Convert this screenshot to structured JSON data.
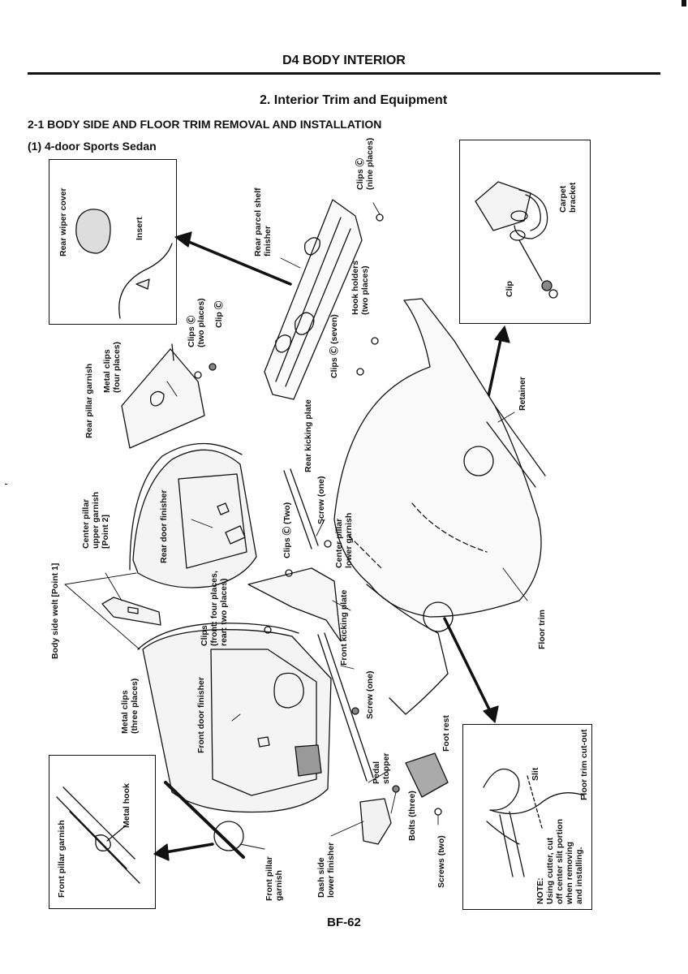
{
  "header": {
    "section": "D4 BODY INTERIOR",
    "title": "2. Interior Trim and Equipment",
    "subsection": "2-1 BODY SIDE AND FLOOR TRIM REMOVAL AND INSTALLATION",
    "model": "(1) 4-door Sports Sedan"
  },
  "labels": {
    "rear_wiper_cover": "Rear wiper cover",
    "insert": "Insert",
    "rear_parcel_shelf": [
      "Rear parcel shelf",
      "finisher"
    ],
    "clips_nine": [
      "Clips Ⓒ",
      "(nine places)"
    ],
    "carpet_bracket": [
      "Carpet",
      "bracket"
    ],
    "clip_inset": "Clip",
    "hook_holders": [
      "Hook holders",
      "(two places)"
    ],
    "clips_two_places": [
      "Clips Ⓒ",
      "(two places)"
    ],
    "clip_single": "Clip Ⓒ",
    "rear_pillar_garnish": "Rear pillar garnish",
    "metal_clips_four": [
      "Metal clips",
      "(four places)"
    ],
    "clips_seven": "Clips Ⓒ (seven)",
    "retainer": "Retainer",
    "rear_kicking_plate": "Rear kicking plate",
    "center_pillar_upper": [
      "Center pillar",
      "upper garnish",
      "[Point 2]"
    ],
    "rear_door_finisher": "Rear door finisher",
    "screw_one_upper": "Screw (one)",
    "clips_two": "Clips Ⓒ (Two)",
    "center_pillar_lower": [
      "Center pillar",
      "lower garnish"
    ],
    "body_side_welt": "Body side welt [Point 1]",
    "clips_front_rear": [
      "Clips",
      "(front: four places,",
      "rear: two places)"
    ],
    "front_kicking_plate": "Front kicking plate",
    "floor_trim": "Floor trim",
    "metal_clips_three": [
      "Metal clips",
      "(three places)"
    ],
    "front_door_finisher": "Front door finisher",
    "screw_one_lower": "Screw (one)",
    "foot_rest": "Foot rest",
    "pedal_stopper": [
      "Pedal",
      "stopper"
    ],
    "bolts_three": "Bolts (three)",
    "screws_two": "Screws (two)",
    "dash_side_lower": [
      "Dash side",
      "lower finisher"
    ],
    "front_pillar_garnish_inset": "Front pillar garnish",
    "metal_hook": "Metal hook",
    "front_pillar_garnish": [
      "Front pillar",
      "garnish"
    ],
    "slit": "Slit",
    "floor_trim_cutout": "Floor trim cut-out",
    "note": [
      "NOTE:",
      "Using cutter, cut",
      "off center slit portion",
      "when removing",
      "and installing."
    ]
  },
  "footer": {
    "page_number": "BF-62"
  }
}
